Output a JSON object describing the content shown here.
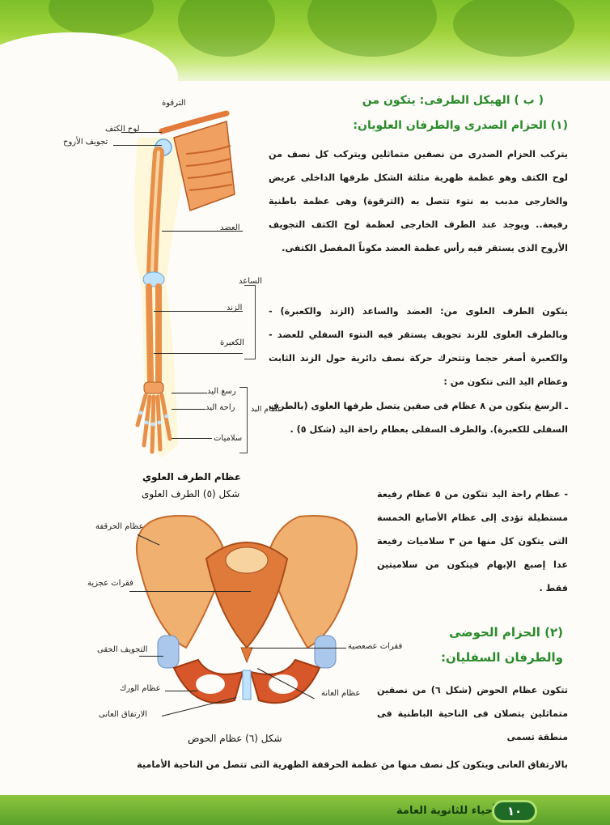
{
  "header": {},
  "section": {
    "title_b": "( ب ) الهيكل الطرفى: يتكون من",
    "title_1": "(١) الحزام الصدرى والطرفان العلويان:"
  },
  "paragraphs": {
    "p1": "يتركب الحزام الصدرى من نصفين متماثلين ويتركب كل نصف من لوح الكتف وهو عظمة ظهرية مثلثة الشكل طرفها الداخلى عريض والخارجى مدبب به نتوء تتصل به (الترقوة) وهى عظمة باطنية رفيعة.. ويوجد عند الطرف الخارجى لعظمة لوح الكتف التجويف الأروح الذى يستقر فيه رأس عظمة العضد مكوناً المفصل الكتفى.",
    "p2": "يتكون الطرف العلوى من: العضد والساعد (الزند والكعبرة) - وبالطرف العلوى للزند تجويف يستقر فيه النتوء السفلي للعضد - والكعبرة أصغر حجما وتتحرك حركة نصف دائرية حول الزند الثابت وعظام اليد التى تتكون من :",
    "p3": "ـ الرسغ يتكون من ٨ عظام فى صفين يتصل طرفها العلوى (بالطرف السفلى للكعبرة). والطرف السفلى بعظام راحة اليد (شكل ٥) .",
    "p4": "- عظام راحة اليد تتكون من ٥ عظام رفيعة مستطيلة تؤدى إلى عظام الأصابع الخمسة التى يتكون كل منها من ٣ سلاميات رفيعة عدا إصبع الإبهام فيتكون من سلاميتين فقط .",
    "title_2a": "(٢) الحزام الحوضى",
    "title_2b": "والطرفان السفليان:",
    "p5": "تتكون عظام الحوض (شكل ٦) من نصفين متماثلين يتصلان فى الناحية الباطنية فى منطقة تسمى",
    "p6": "بالارتفاق العانى ويتكون كل نصف منها من عظمة الحرقفة الظهرية التى تتصل من الناحية الأمامية"
  },
  "figure5": {
    "labels": {
      "clavicle": "الترقوة",
      "scapula": "لوح الكتف",
      "glenoid": "تجويف الأروح",
      "humerus": "العضد",
      "forearm": "الساعد",
      "ulna": "الزند",
      "radius": "الكعبرة",
      "wrist": "رسغ اليد",
      "palm": "راحة اليد",
      "phalanges": "سلاميات",
      "hand_bones": "عظام اليد"
    },
    "title": "عظام الطرف العلوي",
    "caption": "شكل (٥) الطرف العلوى"
  },
  "figure6": {
    "labels": {
      "ilium": "عظام الحرقفة",
      "sacral": "فقرات عجزية",
      "acetabulum": "التجويف الحقى",
      "coccyx": "فقرات عصعصية",
      "ischium": "عظام الورك",
      "pubis": "عظام العانة",
      "symphysis": "الارتفاق العانى"
    },
    "caption": "شكل (٦) عظام الحوض"
  },
  "footer": {
    "title": "علم الأحياء للثانوية العامة",
    "page": "١٠"
  },
  "colors": {
    "green_head": "#2a8a2a",
    "bone": "#e8904a",
    "bone_light": "#f7d3a0",
    "footer": "#5aa02a"
  }
}
